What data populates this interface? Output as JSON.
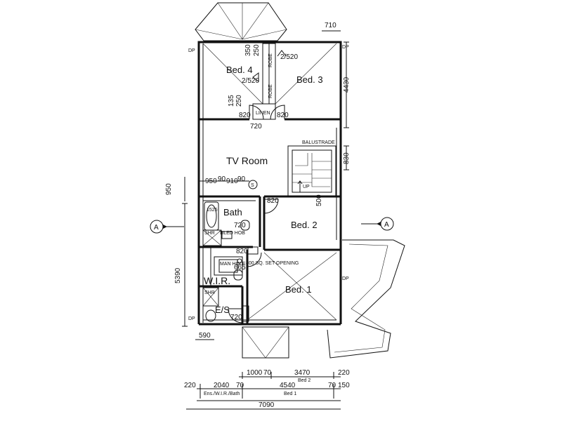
{
  "rooms": {
    "bed4": "Bed. 4",
    "bed3": "Bed. 3",
    "tv_room": "TV Room",
    "bath": "Bath",
    "bed2": "Bed. 2",
    "wir": "W.I.R.",
    "bed1": "Bed. 1",
    "es": "E/S"
  },
  "labels": {
    "robe_top": "ROBE",
    "robe_bottom": "ROBE",
    "linen": "LINEN",
    "balustrade": "BALUSTRADE",
    "up": "UP",
    "shr_bath": "SHR",
    "shr_es": "SHR",
    "tiled_hob": "TILED HOB",
    "man_hole": "MAN HOLE",
    "sq_set_opening": "800 SQ. SET OPENING",
    "dp_top_left": "DP",
    "dp_top_right": "DP",
    "dp_right": "DP",
    "dp_bottom_left": "DP",
    "section_left": "A",
    "section_right": "A",
    "s_marker": "S"
  },
  "dimensions": {
    "d710": "710",
    "d4430": "4430",
    "d830": "830",
    "d350": "350",
    "d250": "250",
    "d2_520_top": "2/520",
    "d2_520_mid": "2/520",
    "d135": "135",
    "d250b": "250",
    "d820_linen_l": "820",
    "d820_linen_r": "820",
    "d720_linen": "720",
    "d950_h": "950",
    "d90_a": "90",
    "d910": "910",
    "d90_b": "90",
    "d950_v": "950",
    "d820_bed2": "820",
    "d500": "500",
    "d1525": "1525",
    "d720_bath": "720",
    "d820_wir": "820",
    "d665": "665",
    "d720_es": "720",
    "d5390": "5390",
    "d590": "590",
    "d1000": "1000",
    "d70_a": "70",
    "d3470": "3470",
    "d220_r": "220",
    "bed2_caption": "Bed 2",
    "d220_l": "220",
    "d2040": "2040",
    "d70_b": "70",
    "d4540": "4540",
    "d70_c": "70",
    "d150": "150",
    "ens_caption": "Ens./W.I.R./Bath",
    "bed1_caption": "Bed 1",
    "d7090": "7090"
  }
}
